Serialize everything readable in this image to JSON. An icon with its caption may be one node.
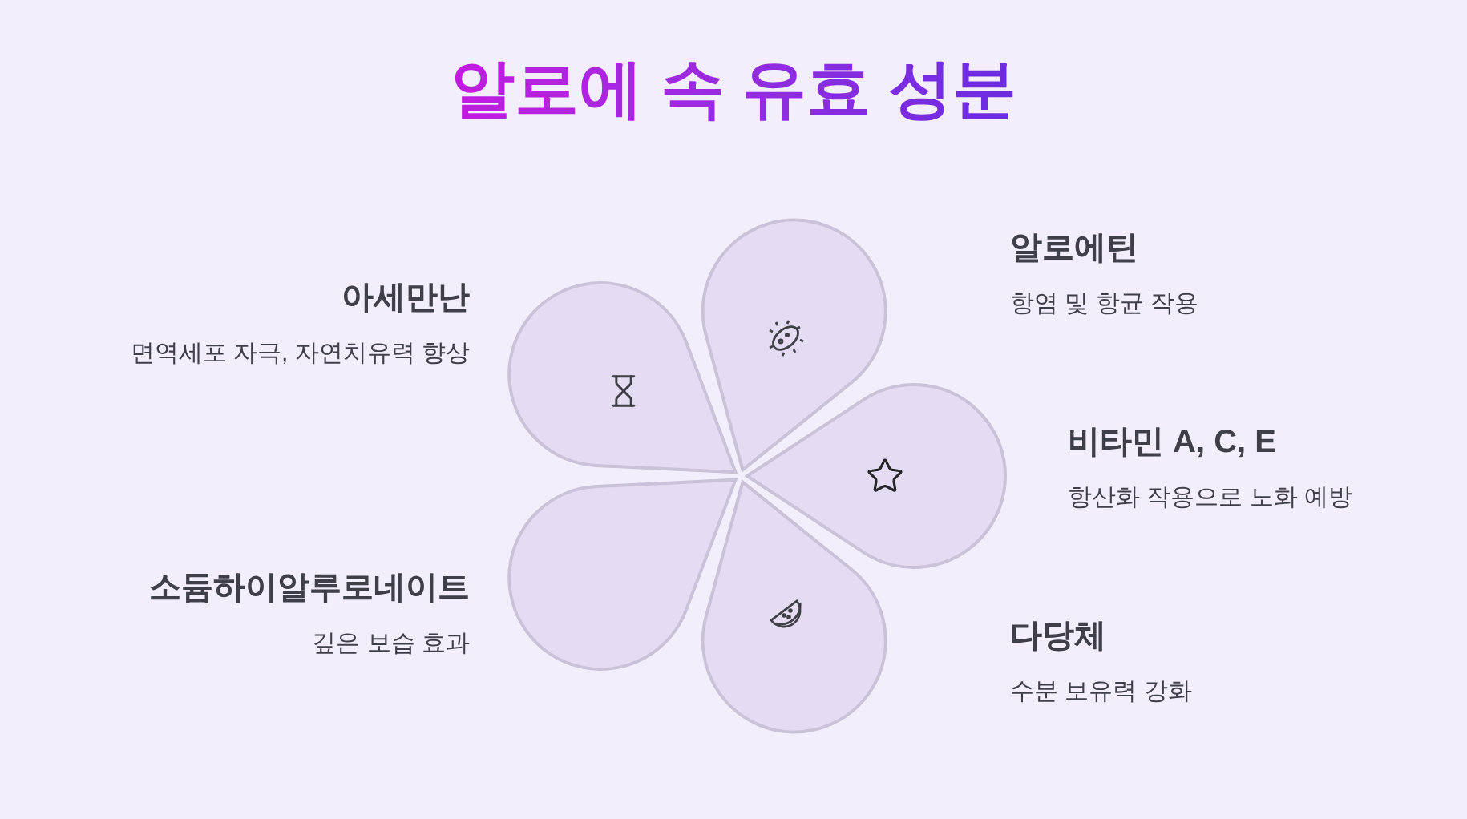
{
  "diagram": {
    "title": "알로에 속 유효 성분",
    "nodes": [
      {
        "text": [],
        "shape": "petal",
        "beside": [
          "아세만난",
          "면역세포 자극, 자연치유력 향상"
        ]
      },
      {
        "text": [],
        "shape": "petal",
        "beside": [
          "알로에틴",
          "항염 및 항균 작용"
        ]
      },
      {
        "text": [],
        "shape": "petal",
        "beside": [
          "비타민 A, C, E",
          "항산화 작용으로 노화 예방"
        ]
      },
      {
        "text": [],
        "shape": "petal",
        "beside": [
          "다당체",
          "수분 보유력 강화"
        ]
      },
      {
        "text": [],
        "shape": "petal",
        "beside": [
          "소듐하이알루로네이트",
          "깊은 보습 효과"
        ]
      }
    ]
  }
}
